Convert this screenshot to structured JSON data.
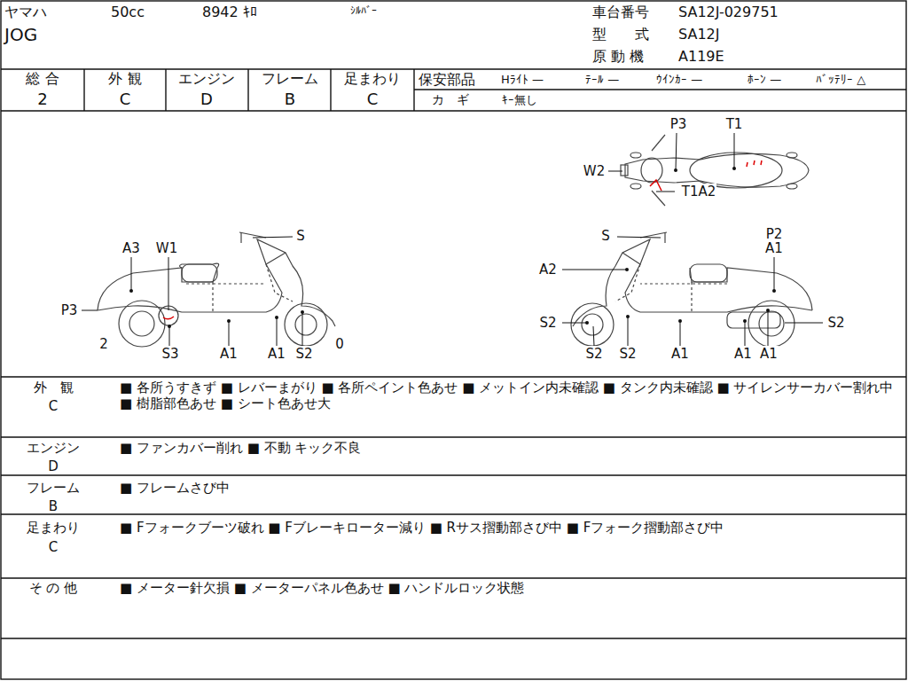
{
  "diagram": {
    "labels": [
      "ヤマハ",
      "50cc",
      "8942 ｷﾛ",
      "ｼﾙﾊﾞｰ",
      "JOG",
      "車台番号",
      "SA12J-029751",
      "型　　式",
      "SA12J",
      "原 動 機",
      "A119E",
      "総 合",
      "外 観",
      "エンジン",
      "フレーム",
      "足まわり",
      "2",
      "C",
      "D",
      "B",
      "C",
      "保安部品",
      "Hﾗｲﾄ —",
      "ﾃｰﾙ —",
      "ｳｲﾝｶｰ —",
      "ﾎｰﾝ —",
      "ﾊﾞｯﾃﾘｰ △",
      "カ　ギ",
      "ｷｰ無し",
      "A3",
      "W1",
      "P3",
      "2",
      "S3",
      "A1",
      "A1",
      "S2",
      "0",
      "S",
      "P3",
      "T1",
      "W2",
      "T1A2",
      "S",
      "P2",
      "A1",
      "A2",
      "S2",
      "S2",
      "S2",
      "A1",
      "A1",
      "A1",
      "S2",
      "外　観",
      "C",
      "■ 各所うすきず ■ レバーまがり ■ 各所ペイント色あせ ■ メットイン内未確認 ■ タンク内未確認 ■ サイレンサーカバー割れ中 ■ 樹脂部色あせ ■ シート色あせ大",
      "エンジン",
      "D",
      "■ ファンカバー削れ ■ 不動 キック不良",
      "フレーム",
      "B",
      "■ フレームさび中",
      "足まわり",
      "C",
      "■ Fフォークブーツ破れ ■ Fブレーキローター減り ■ Rサス摺動部さび中 ■ Fフォーク摺動部さび中",
      "そ の 他",
      "■ メーター針欠損 ■ メーターパネル色あせ ■ ハンドルロック状態"
    ]
  }
}
